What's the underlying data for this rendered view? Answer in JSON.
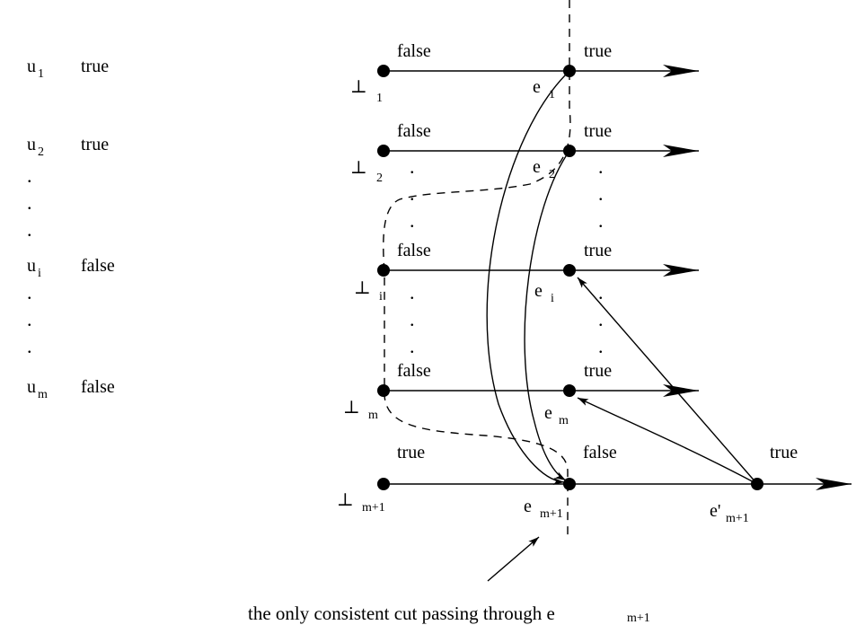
{
  "variables": [
    {
      "name": "u",
      "sub": "1",
      "value": "true"
    },
    {
      "name": "u",
      "sub": "2",
      "value": "true"
    },
    {
      "name": "u",
      "sub": "i",
      "value": "false"
    },
    {
      "name": "u",
      "sub": "m",
      "value": "false"
    }
  ],
  "processes": [
    {
      "start": "⊥",
      "start_sub": "1",
      "left_state": "false",
      "right_state": "true",
      "event": "e",
      "event_sub": "1"
    },
    {
      "start": "⊥",
      "start_sub": "2",
      "left_state": "false",
      "right_state": "true",
      "event": "e",
      "event_sub": "2"
    },
    {
      "start": "⊥",
      "start_sub": "i",
      "left_state": "false",
      "right_state": "true",
      "event": "e",
      "event_sub": "i"
    },
    {
      "start": "⊥",
      "start_sub": "m",
      "left_state": "false",
      "right_state": "true",
      "event": "e",
      "event_sub": "m"
    }
  ],
  "last_process": {
    "start": "⊥",
    "start_sub": "m+1",
    "state_1": "true",
    "state_2": "false",
    "state_3": "true",
    "event": "e",
    "event_sub": "m+1",
    "event2": "e'",
    "event2_sub": "m+1"
  },
  "dots": ".",
  "caption": "the only consistent cut passing through e",
  "caption_sub": "m+1"
}
